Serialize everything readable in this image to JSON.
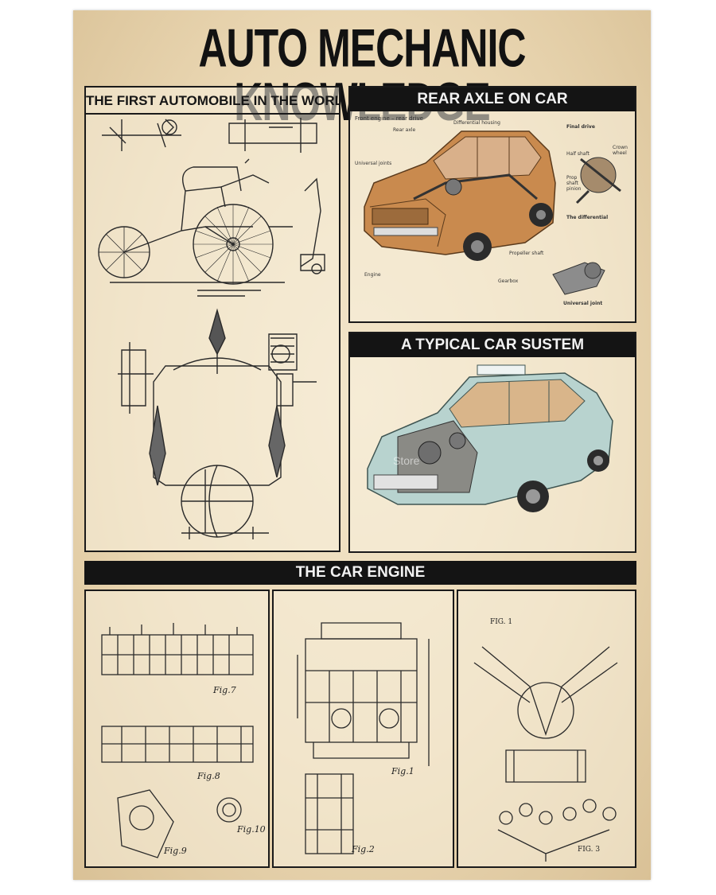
{
  "poster": {
    "title": "AUTO MECHANIC KNOWLEDGE"
  },
  "sections": {
    "first_automobile": {
      "title": "THE FIRST AUTOMOBILE IN THE WORLD"
    },
    "rear_axle": {
      "title": "REAR AXLE ON CAR",
      "labels": {
        "front_engine": "Front engine – rear drive",
        "differential_housing": "Differential housing",
        "rear_axle": "Rear axle",
        "universal_joints": "Universal joints",
        "propeller_shaft": "Propeller shaft",
        "engine": "Engine",
        "gearbox": "Gearbox",
        "final_drive": "Final drive",
        "half_shaft": "Half shaft",
        "crown_wheel": "Crown wheel",
        "prop_shaft_pinion": "Prop shaft pinion",
        "the_differential": "The differential",
        "universal_joint": "Universal joint"
      }
    },
    "typical_car_system": {
      "title": "A TYPICAL CAR SUSTEM"
    },
    "car_engine": {
      "title": "THE CAR ENGINE",
      "figures": [
        "Fig.7",
        "Fig.8",
        "Fig.9",
        "Fig.10",
        "Fig.1",
        "Fig.2",
        "FIG. 1",
        "FIG. 3"
      ]
    }
  },
  "watermark": "Store",
  "colors": {
    "parchment": "#ead7b3",
    "ink": "#141414",
    "header_bg": "#141414",
    "header_text": "#f2f2f2",
    "car_orange": "#c98a4e",
    "car_blue": "#b8d3cf"
  }
}
